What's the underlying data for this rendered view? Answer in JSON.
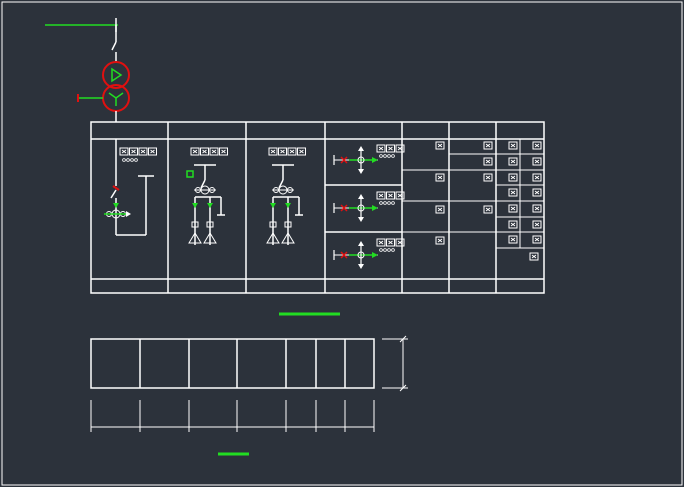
{
  "colors": {
    "background": "#2c323b",
    "line": "#ffffff",
    "accent_green": "#22dd22",
    "accent_red": "#e01010"
  },
  "icons": {
    "transformer": "double-circle-transformer-icon",
    "meter": "meter-box-icon",
    "breaker": "circuit-breaker-icon",
    "ground_switch": "earthing-switch-icon"
  },
  "panel": {
    "cabinet_count": 7,
    "feeder_rows": 3,
    "meter_boxes_col5": 3,
    "meter_boxes_col6": 4,
    "meter_boxes_col7": 16
  },
  "plan": {
    "cell_count": 7,
    "dimension_ticks": 7
  }
}
